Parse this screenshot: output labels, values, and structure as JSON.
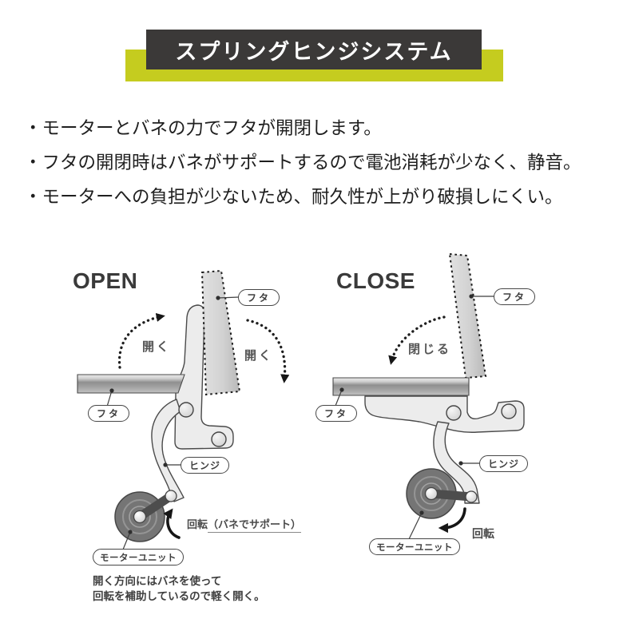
{
  "banner": {
    "title": "スプリングヒンジシステム"
  },
  "bullets": [
    "・モーターとバネの力でフタが開閉します。",
    "・フタの開閉時はバネがサポートするので電池消耗が少なく、静音。",
    "・モーターへの負担が少ないため、耐久性が上がり破損しにくい。"
  ],
  "open": {
    "heading": "OPEN",
    "arrow_left": "開く",
    "arrow_right": "開く",
    "lid_label_top": "フタ",
    "lid_label_side": "フタ",
    "hinge_label": "ヒンジ",
    "motor_label": "モーターユニット",
    "rotation_label": "回転",
    "rotation_note": "（バネでサポート）",
    "caption": [
      "開く方向にはバネを使って",
      "回転を補助しているので軽く開く。"
    ]
  },
  "close": {
    "heading": "CLOSE",
    "arrow": "閉じる",
    "lid_label_top": "フタ",
    "lid_label_side": "フタ",
    "hinge_label": "ヒンジ",
    "motor_label": "モーターユニット",
    "rotation_label": "回転"
  },
  "colors": {
    "accent_yellow": "#c5cc1f",
    "banner_dark": "#3b3938",
    "body_text": "#1f1f1f",
    "hinge_fill": "#ececec",
    "outline": "#4a4a4a",
    "motor_fill": "#757575"
  }
}
